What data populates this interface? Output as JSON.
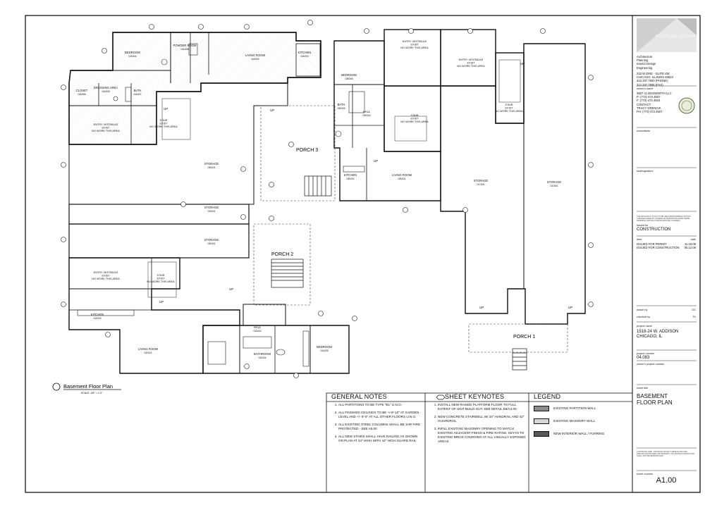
{
  "plan": {
    "title": "Basement Floor Plan",
    "scale": "SCALE: 1/8\" = 1'-0\"",
    "rooms": [
      {
        "id": "bedroom-ga004",
        "name": "BEDROOM",
        "num": "GA004"
      },
      {
        "id": "living-ga002",
        "name": "LIVING ROOM",
        "num": "GA002"
      },
      {
        "id": "closet-ga006",
        "name": "CLOSET",
        "num": "GA006"
      },
      {
        "id": "dressing-ga005",
        "name": "DRESSING AREA",
        "num": "GA005"
      },
      {
        "id": "bath-ga007",
        "name": "BATH",
        "num": "GA007"
      },
      {
        "id": "powder-ga008",
        "name": "POWDER ROOM",
        "num": "GA008"
      },
      {
        "id": "kitchen-top",
        "name": "KITCHEN",
        "num": "GA003"
      },
      {
        "id": "bedroom-gb006",
        "name": "BEDROOM",
        "num": "GB006"
      },
      {
        "id": "bath-gb005",
        "name": "BATH",
        "num": "GB005"
      },
      {
        "id": "hall-gb004",
        "name": "HALL",
        "num": "GB004"
      },
      {
        "id": "kitchen-gb002",
        "name": "KITCHEN",
        "num": "GB002"
      },
      {
        "id": "living-gb001",
        "name": "LIVING ROOM",
        "num": "GB001"
      },
      {
        "id": "storage-gc001",
        "name": "STORAGE",
        "num": "GC001"
      },
      {
        "id": "storage-gd001",
        "name": "STORAGE",
        "num": "GD001"
      },
      {
        "id": "storage-gb001",
        "name": "STORAGE",
        "num": "GB001"
      },
      {
        "id": "storage-mid",
        "name": "STORAGE",
        "num": "GA001"
      },
      {
        "id": "storage-low",
        "name": "STORAGE",
        "num": "GB001"
      },
      {
        "id": "kitchen-ga002",
        "name": "KITCHEN",
        "num": "GA002"
      },
      {
        "id": "living-ga001",
        "name": "LIVING ROOM",
        "num": "GA001"
      },
      {
        "id": "hall-ga003",
        "name": "HALL",
        "num": "GA003"
      },
      {
        "id": "bath-ga004",
        "name": "BATHROOM",
        "num": "GA004"
      },
      {
        "id": "bedroom-ga005",
        "name": "BEDROOM",
        "num": "GA005"
      }
    ],
    "entry_label": "ENTRY VESTIBULE",
    "stair_label": "STAIR",
    "exist_label": "EXIST",
    "nowork_label": "NO WORK THIS AREA",
    "porches": [
      "PORCH 3",
      "PORCH 2",
      "PORCH 1"
    ],
    "up_label": "UP"
  },
  "notes": {
    "general_title": "GENERAL NOTES",
    "general": [
      "ALL PARTITIONS TO BE TYPE \"B1\" U.N.O.",
      "ALL FINISHED CEILINGS TO BE +/-8'-10\" AT GARDEN LEVEL AND +/- 9'-0\" AT ALL OTHER FLOORS U.N.O.",
      "ALL EXISTING STEEL COLUMNS SHALL BE 1HR FIRE PROTECTED - SEE A5.00",
      "ALL NEW STAIRS SHALL HAVE RAILING AS SHOWN ON PLAN AT 34\" HIGH WITH 42\" HIGH GUARD RAIL"
    ],
    "keynote_title": "SHEET KEYNOTES",
    "keynotes": [
      "INSTALL NEW RAISED PLATFORM FLOOR TO FULL EXTENT OF UNIT BUILD OUT. SEE DETAIL E8/A4.00",
      "NEW CONCRETE STAIRWELL W/ 34\" HANDRAIL AND 42\" GUARDRAIL",
      "INFILL EXISTING MASONRY OPENING TO MATCH EXISTING ADJACENT FINISH & FIRE RATING. KEY-IN TO EXISTING BRICK COURSING AT ALL VISUALLY EXPOSED AREAS"
    ],
    "legend_title": "LEGEND",
    "legend": [
      {
        "label": "EXISTING PARTITION WALL",
        "fill": "#8c8c8c"
      },
      {
        "label": "EXISTING MASONRY WALL",
        "fill": "#d6d6d6"
      },
      {
        "label": "NEW INTERIOR WALL / FURRING",
        "fill": "#555555"
      }
    ]
  },
  "titleblock": {
    "firm": "PROTEUS GROUP",
    "services": [
      "Architecture",
      "Planning",
      "Interior Design",
      "Engineering"
    ],
    "address": [
      "233 W ERIE - SUITE 6W",
      "CHICAGO, ILLINOIS 60610",
      "312.337.7800 (PHONE)",
      "312.337.7806 (FAX)"
    ],
    "owner_label": "owner's name",
    "owner": [
      "3607-11 BOSWORTH LLC",
      "P: (773) 472.4507",
      "F: (773) 472.4504",
      "CONTACT:",
      "TRACY GRENCIK",
      "PH: (773) 472.4507"
    ],
    "consultants_label": "consultants",
    "seal_label": "seal/signature",
    "fineprint": "THE ARCHITECT IS NOT TO BE HELD RESPONSIBLE FOR ANY CHANGES MADE BY OTHERS OR DEVIATIONS FROM THESE DRAWINGS WITHOUT PRIOR WRITTEN CONSENT",
    "issued_label": "issued for",
    "issued": "CONSTRUCTION",
    "issue_item": "item",
    "issue_date": "date",
    "issues": [
      {
        "item": "ISSUED FOR PERMIT",
        "date": "11.18.08"
      },
      {
        "item": "ISSUED FOR CONSTRUCTION",
        "date": "05.12.09"
      }
    ],
    "drawn_label": "drawn by",
    "drawn": "GG",
    "checked_label": "checked by",
    "checked": "TK",
    "project_name_label": "project name",
    "project_name": [
      "1518-24 W. ADDISON",
      "CHICAGO, IL"
    ],
    "project_number_label": "project number",
    "project_number": "04.083",
    "owner_project_label": "owner's project number",
    "sheet_title_label": "sheet title",
    "sheet_title": [
      "BASEMENT",
      "FLOOR PLAN"
    ],
    "copyright": "COPYRIGHT 2008 - PROTEUS GROUP. THESE PLANS AND SPECIFICATIONS ARE THE PROPERTY OF PROTEUS GROUP AND SHALL NOT BE REPRODUCED",
    "sheet_number_label": "sheet number",
    "sheet_number": "A1.00"
  }
}
